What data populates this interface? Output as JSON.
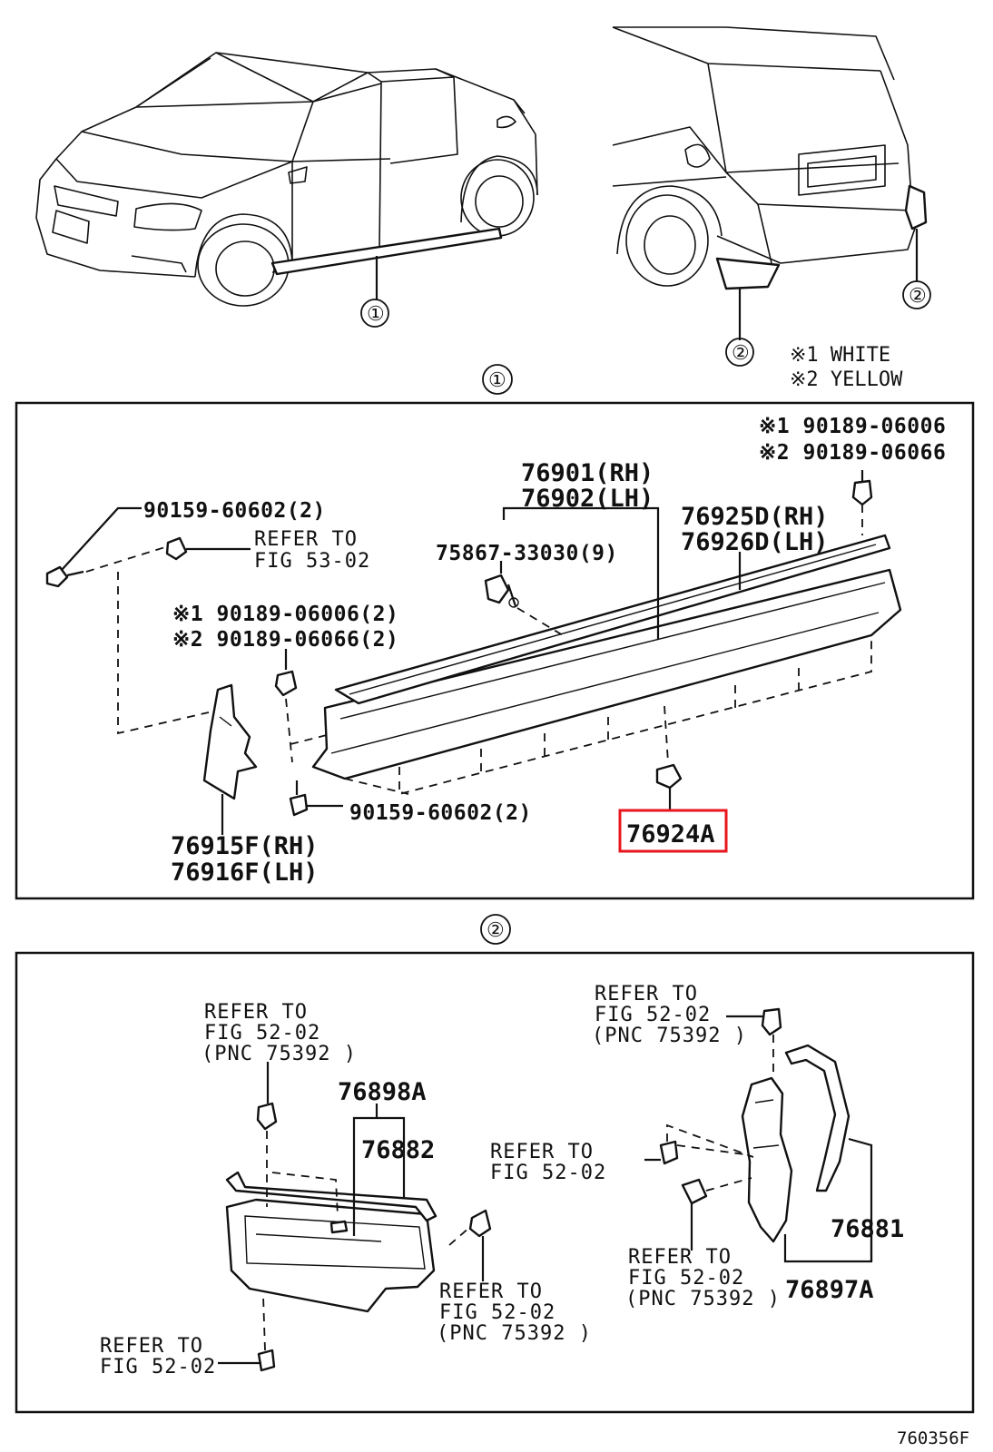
{
  "diagram_id": "760356F",
  "colors": {
    "highlight": "#e8161d",
    "ink": "#111111"
  },
  "callouts": {
    "one": "①",
    "two": "②"
  },
  "notes": {
    "white": "※1 WHITE",
    "yellow": "※2 YELLOW"
  },
  "section1": {
    "lbl_clip_top_1": "※1 90189-06006",
    "lbl_clip_top_2": "※2 90189-06066",
    "lbl_rocker_rh": "76901(RH)",
    "lbl_rocker_lh": "76902(LH)",
    "lbl_molding_rh": "76925D(RH)",
    "lbl_molding_lh": "76926D(LH)",
    "lbl_screw_top": "90159-60602(2)",
    "lbl_refer_53_1": "REFER TO",
    "lbl_refer_53_2": "FIG 53-02",
    "lbl_clip_75867": "75867-33030(9)",
    "lbl_clip_mid_1": "※1 90189-06006(2)",
    "lbl_clip_mid_2": "※2 90189-06066(2)",
    "lbl_screw_bottom": "90159-60602(2)",
    "lbl_highlight": "76924A",
    "lbl_mudguard_rh": "76915F(RH)",
    "lbl_mudguard_lh": "76916F(LH)"
  },
  "section2": {
    "refer_to": "REFER TO",
    "fig_52_02": "FIG 52-02",
    "pnc_75392": "(PNC 75392 )",
    "lbl_76898a": "76898A",
    "lbl_76882": "76882",
    "lbl_76881": "76881",
    "lbl_76897a": "76897A"
  }
}
